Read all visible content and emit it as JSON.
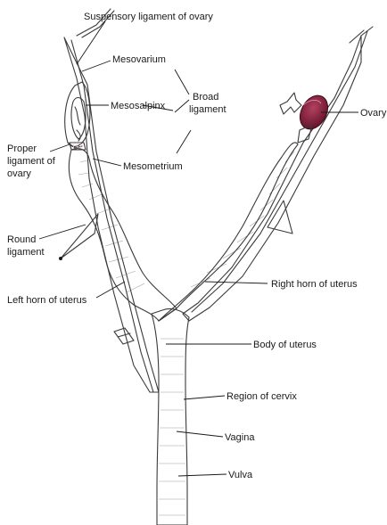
{
  "labels": {
    "suspensory_ligament": "Suspensory ligament of ovary",
    "mesovarium": "Mesovarium",
    "mesosalpinx": "Mesosalpinx",
    "broad_ligament_line1": "Broad",
    "broad_ligament_line2": "ligament",
    "ovary": "Ovary",
    "proper_ligament_line1": "Proper",
    "proper_ligament_line2": "ligament of",
    "proper_ligament_line3": "ovary",
    "mesometrium": "Mesometrium",
    "round_ligament_line1": "Round",
    "round_ligament_line2": "ligament",
    "left_horn": "Left horn of uterus",
    "right_horn": "Right horn of uterus",
    "body_of_uterus": "Body of uterus",
    "region_of_cervix": "Region of cervix",
    "vagina": "Vagina",
    "vulva": "Vulva"
  },
  "colors": {
    "tract_fill": "#e9bfd6",
    "tract_highlight": "#f8e8f1",
    "ovary_fill": "#8a1f3c",
    "ligament_fill": "#f2f2f2",
    "line": "#1a1a1a"
  }
}
